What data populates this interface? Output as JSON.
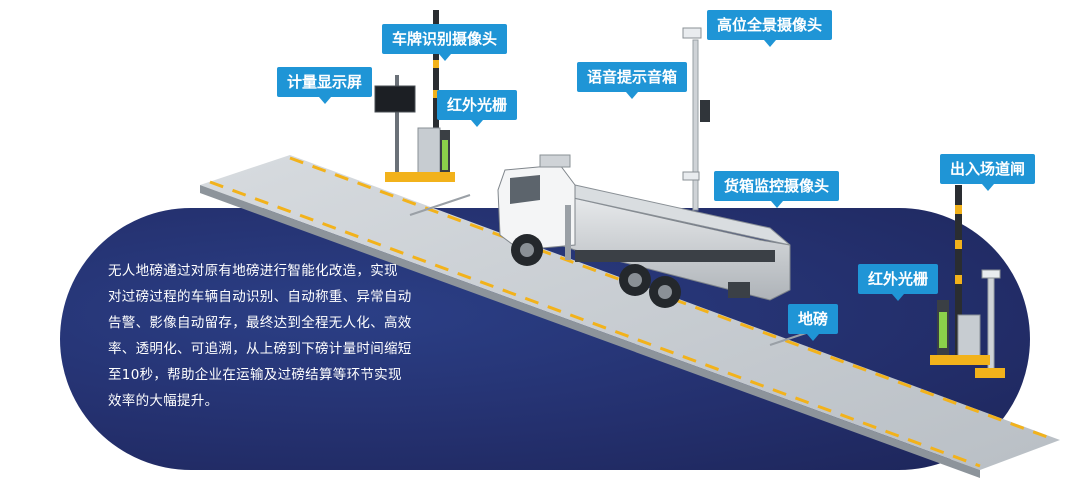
{
  "labels": {
    "display_screen": "计量显示屏",
    "plate_camera": "车牌识别摄像头",
    "infrared_grating_left": "红外光栅",
    "voice_speaker": "语音提示音箱",
    "high_camera": "高位全景摄像头",
    "cargo_camera": "货箱监控摄像头",
    "scale": "地磅",
    "infrared_grating_right": "红外光栅",
    "exit_gate": "出入场道闸"
  },
  "description": {
    "lines": [
      "无人地磅通过对原有地磅进行智能化改造，实现",
      "对过磅过程的车辆自动识别、自动称重、异常自动",
      "告警、影像自动留存，最终达到全程无人化、高效",
      "率、透明化、可追溯，从上磅到下磅计量时间缩短",
      "至10秒，帮助企业在运输及过磅结算等环节实现",
      "效率的大幅提升。"
    ]
  },
  "colors": {
    "label_bg": "#1f95d6",
    "blob": "#24306e",
    "platform": "#c9cfd4",
    "hazard_yellow": "#f2b21b"
  }
}
